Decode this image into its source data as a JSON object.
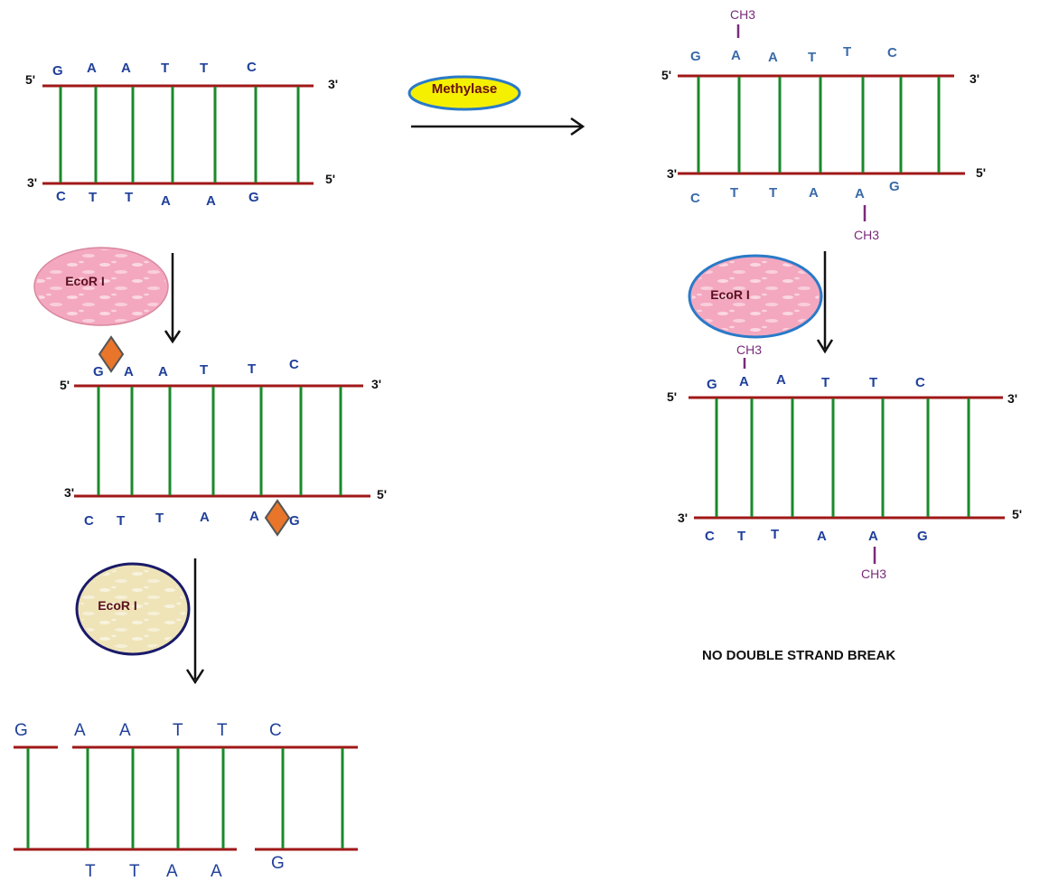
{
  "colors": {
    "strand": "#a01818",
    "rung": "#1a8a2a",
    "base": "#1f3f9a",
    "base_light": "#3a6aa8",
    "methyl": "#7a2a7a",
    "arrow": "#111111",
    "diamond": "#e8752a",
    "diamond_edge": "#555555",
    "ecori_pink": "#f4a8c0",
    "ecori_pink_edge": "#d8889e",
    "ecori_blue_edge": "#2a7ac8",
    "ecori_beige": "#efe4b8",
    "ecori_navy_edge": "#1a1a6a",
    "methylase_fill": "#f5f000",
    "methylase_edge": "#2a7ac8"
  },
  "icons": {
    "cut_site": "orange-diamond-icon",
    "enzyme": "enzyme-blob-icon",
    "arrow": "arrow-icon"
  },
  "enzymes": {
    "methylase": "Methylase",
    "ecor1": "EcoR I"
  },
  "methyl_group": "CH3",
  "ends": {
    "five": "5'",
    "three": "3'"
  },
  "sequence": {
    "top": [
      "G",
      "A",
      "A",
      "T",
      "T",
      "C"
    ],
    "bottom": [
      "C",
      "T",
      "T",
      "A",
      "A",
      "G"
    ]
  },
  "cut_fragments": {
    "top": [
      "G",
      "A",
      "A",
      "T",
      "T",
      "C"
    ],
    "bottom": [
      "T",
      "T",
      "A",
      "A",
      "G"
    ]
  },
  "caption": "NO DOUBLE STRAND BREAK"
}
